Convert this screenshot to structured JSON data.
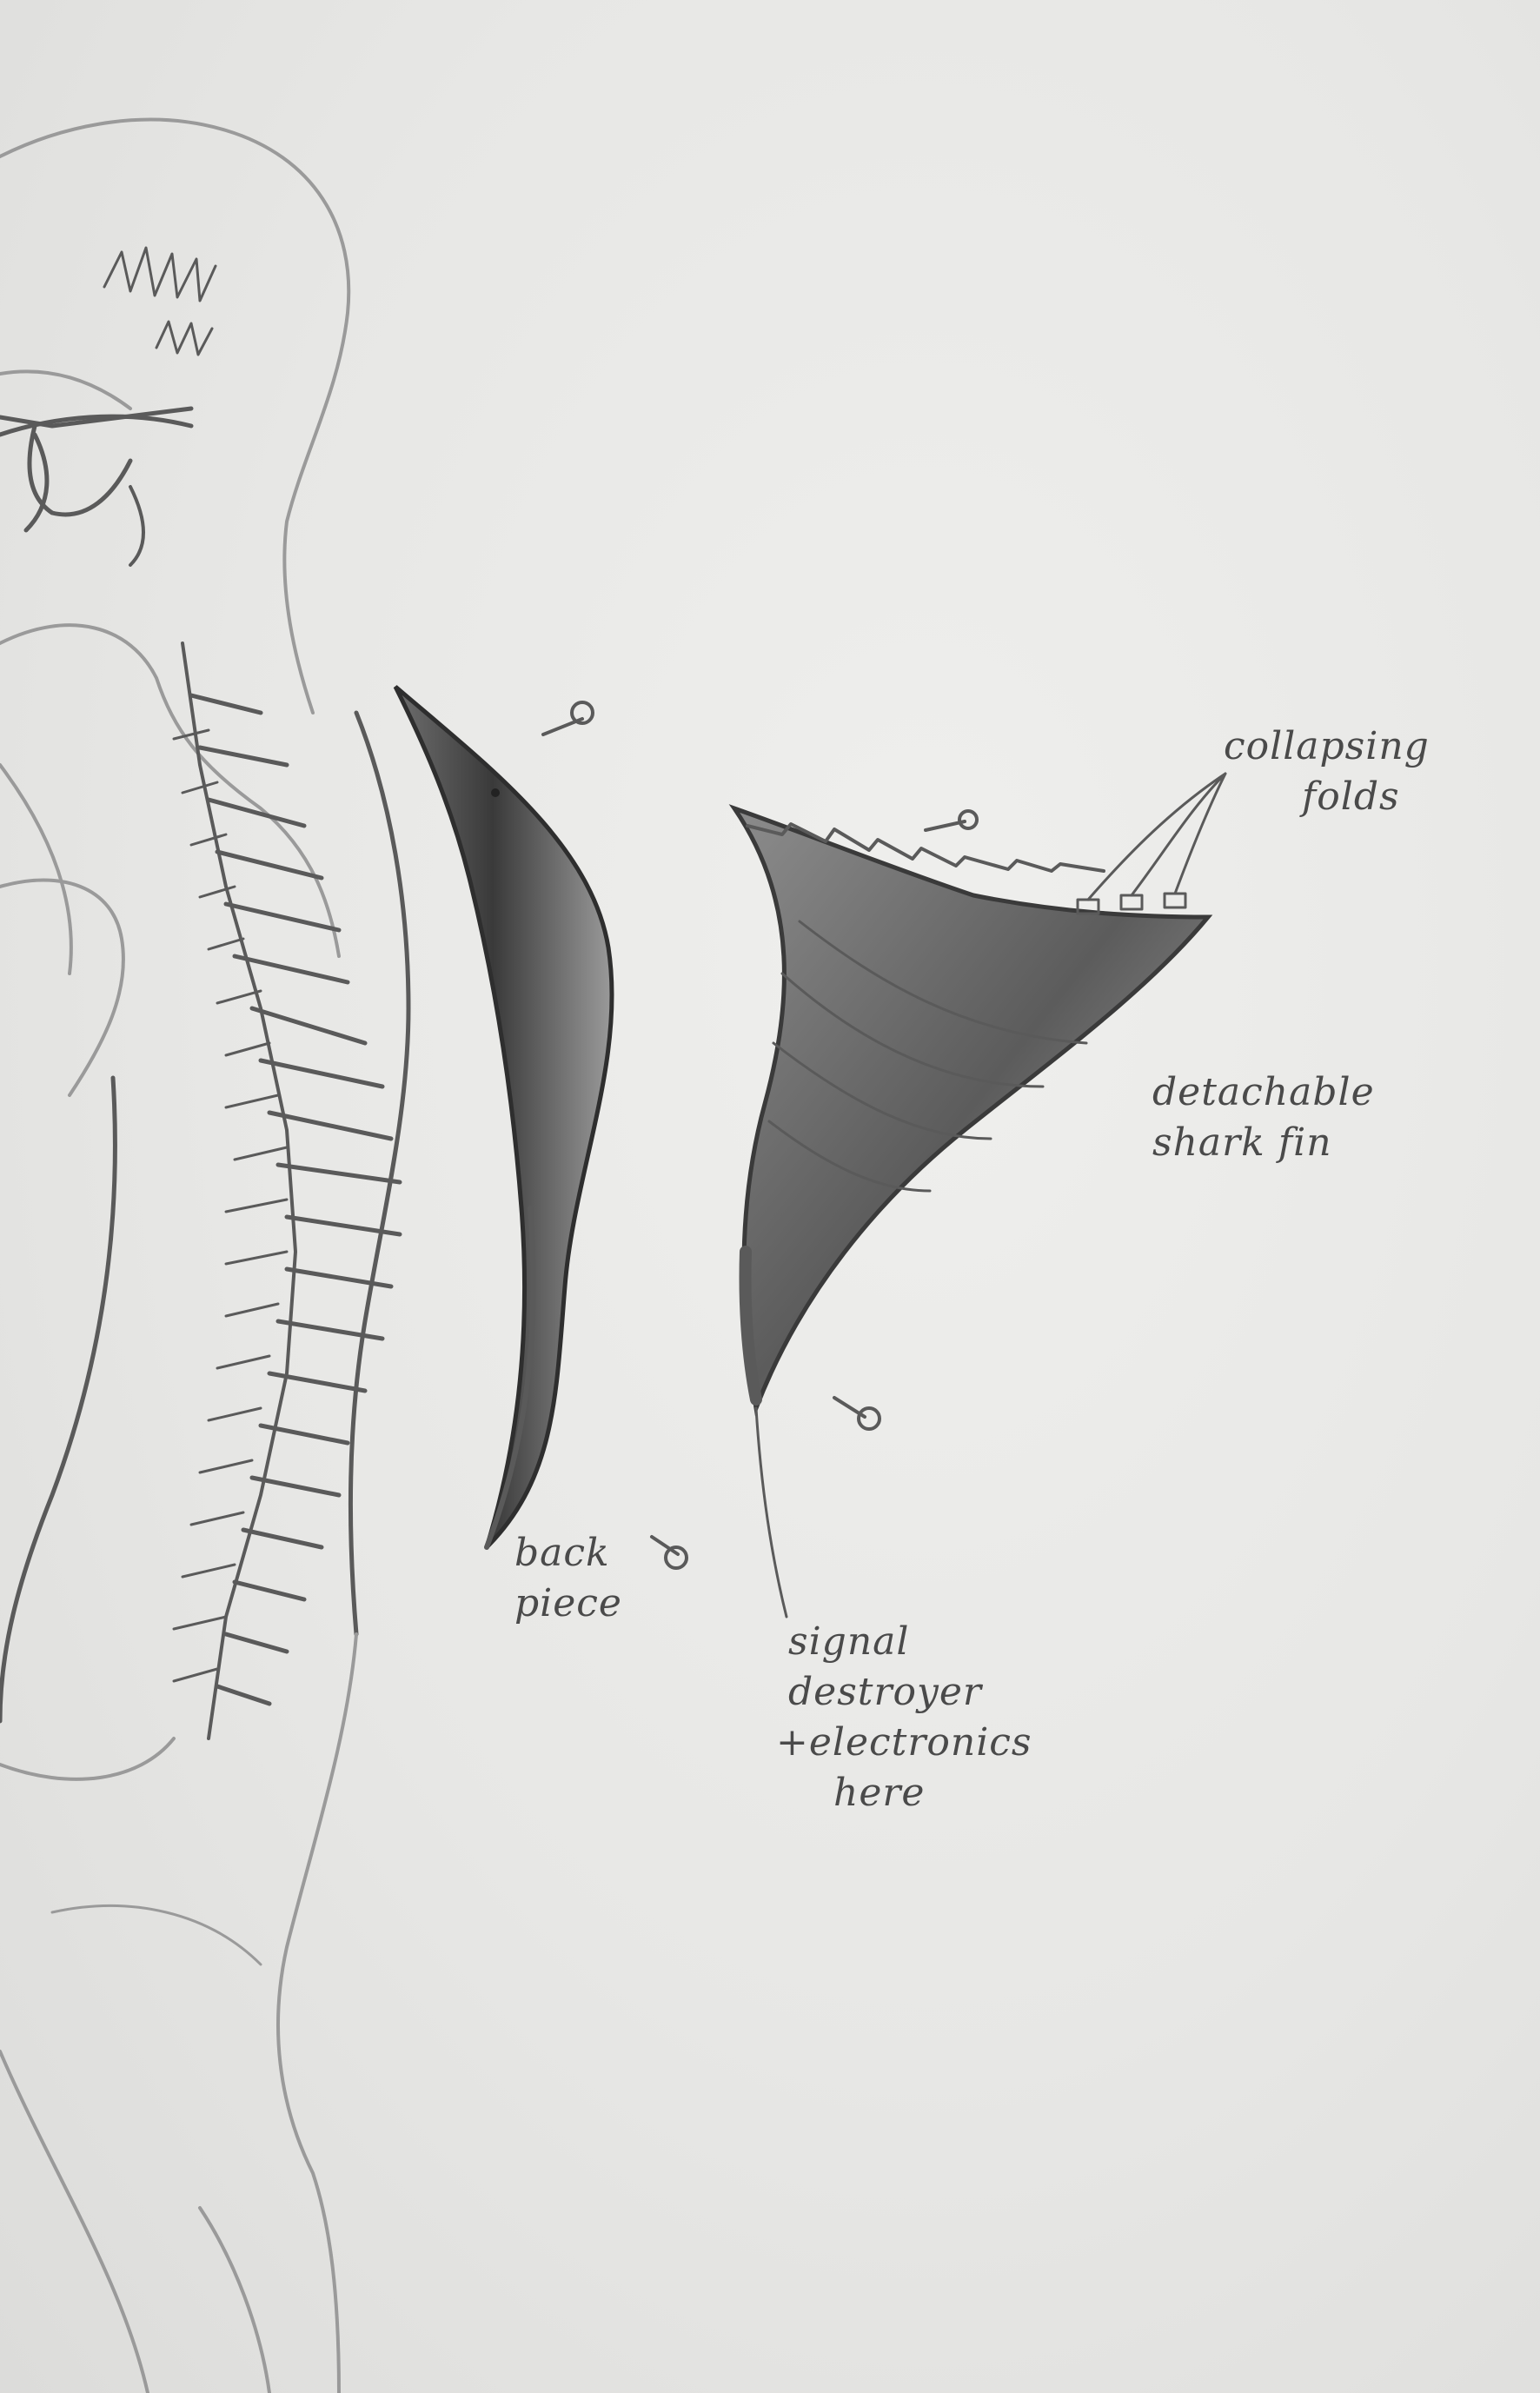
{
  "annotations": {
    "back_piece": [
      "back",
      "piece"
    ],
    "collapsing_folds": [
      "collapsing",
      "folds"
    ],
    "shark_fin": [
      "detachable",
      "shark fin"
    ],
    "signal": [
      "signal",
      "destroyer",
      "+electronics",
      "here"
    ]
  },
  "colors": {
    "paper": "#e6e6e4",
    "graphite": "#5a5a5a",
    "shade_dark": "#2e2e2e"
  }
}
